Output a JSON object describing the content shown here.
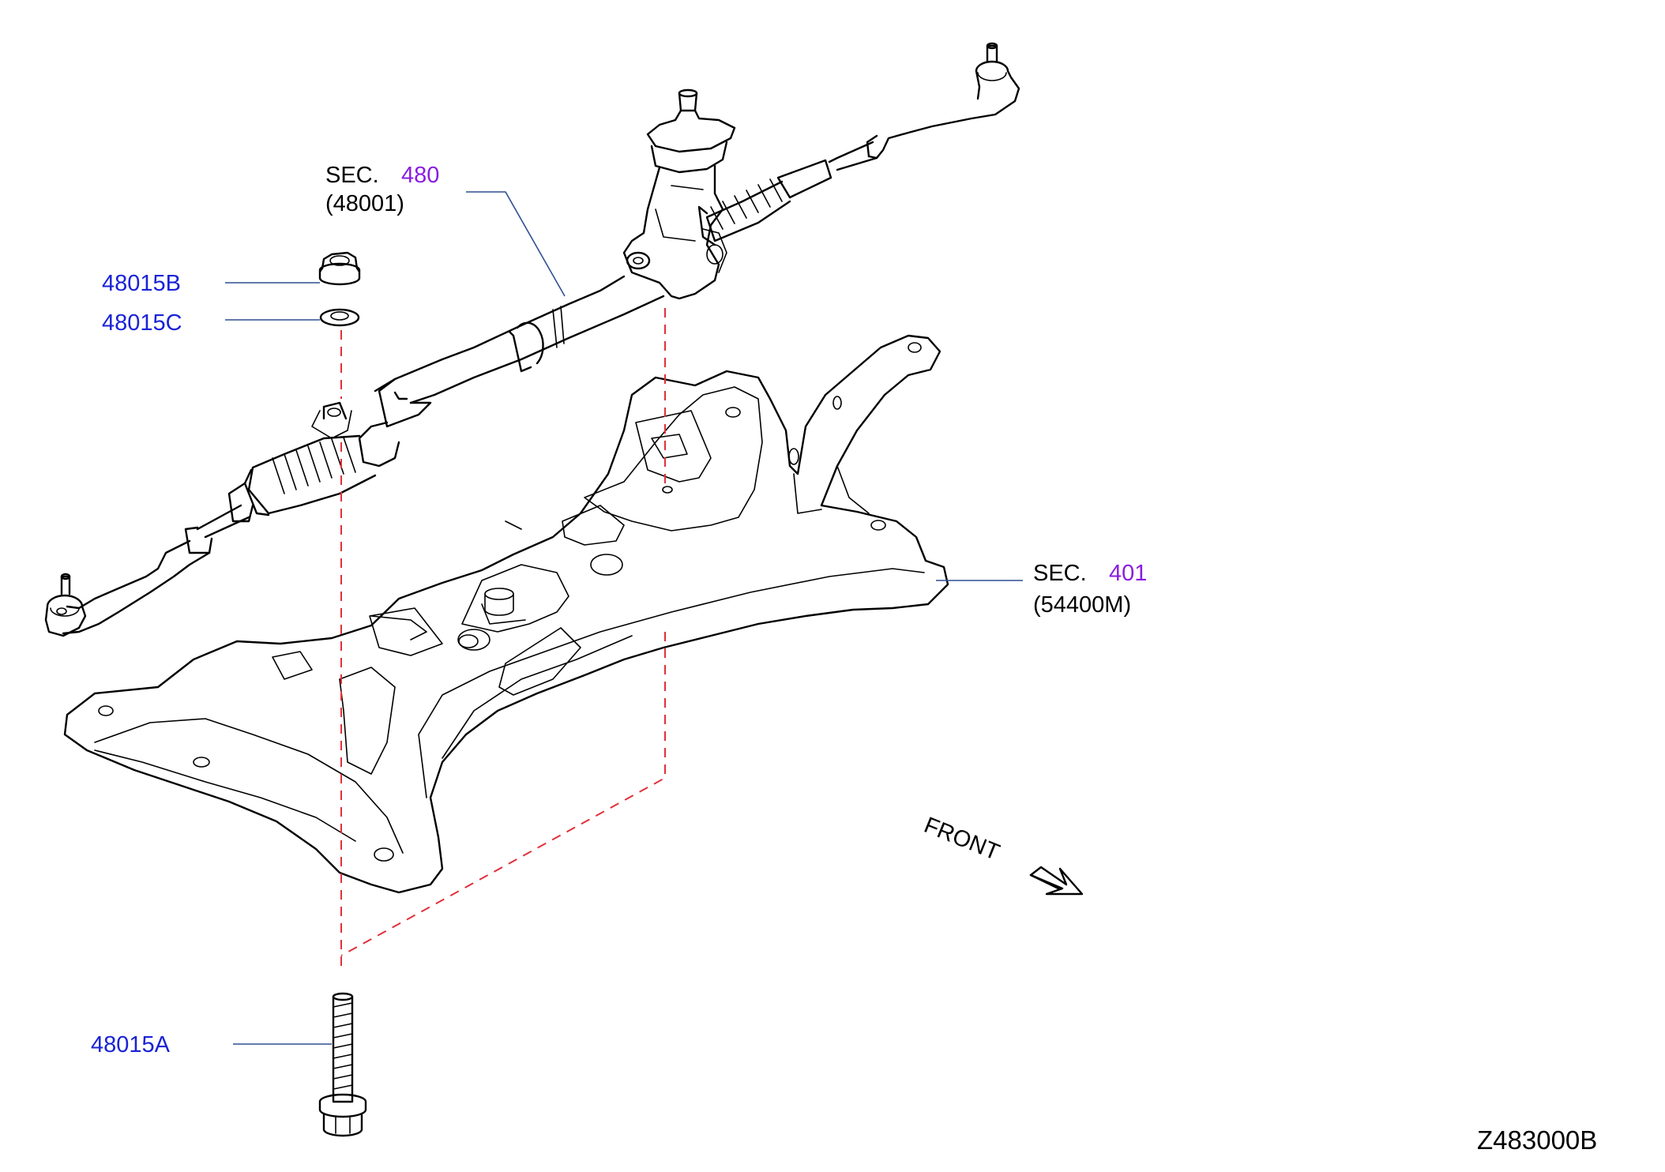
{
  "labels": {
    "sec_480": {
      "prefix": "SEC.",
      "number": "480",
      "code": "(48001)"
    },
    "sec_401": {
      "prefix": "SEC.",
      "number": "401",
      "code": "(54400M)"
    },
    "nut": "48015B",
    "washer": "48015C",
    "bolt": "48015A"
  },
  "direction": "FRONT",
  "diagram_id": "Z483000B",
  "colors": {
    "part_number": "#1a23d6",
    "section_number": "#8a1ee0",
    "leader_line": "#2f4f90",
    "assembly_dash": "#e0303a",
    "outline": "#000000"
  }
}
